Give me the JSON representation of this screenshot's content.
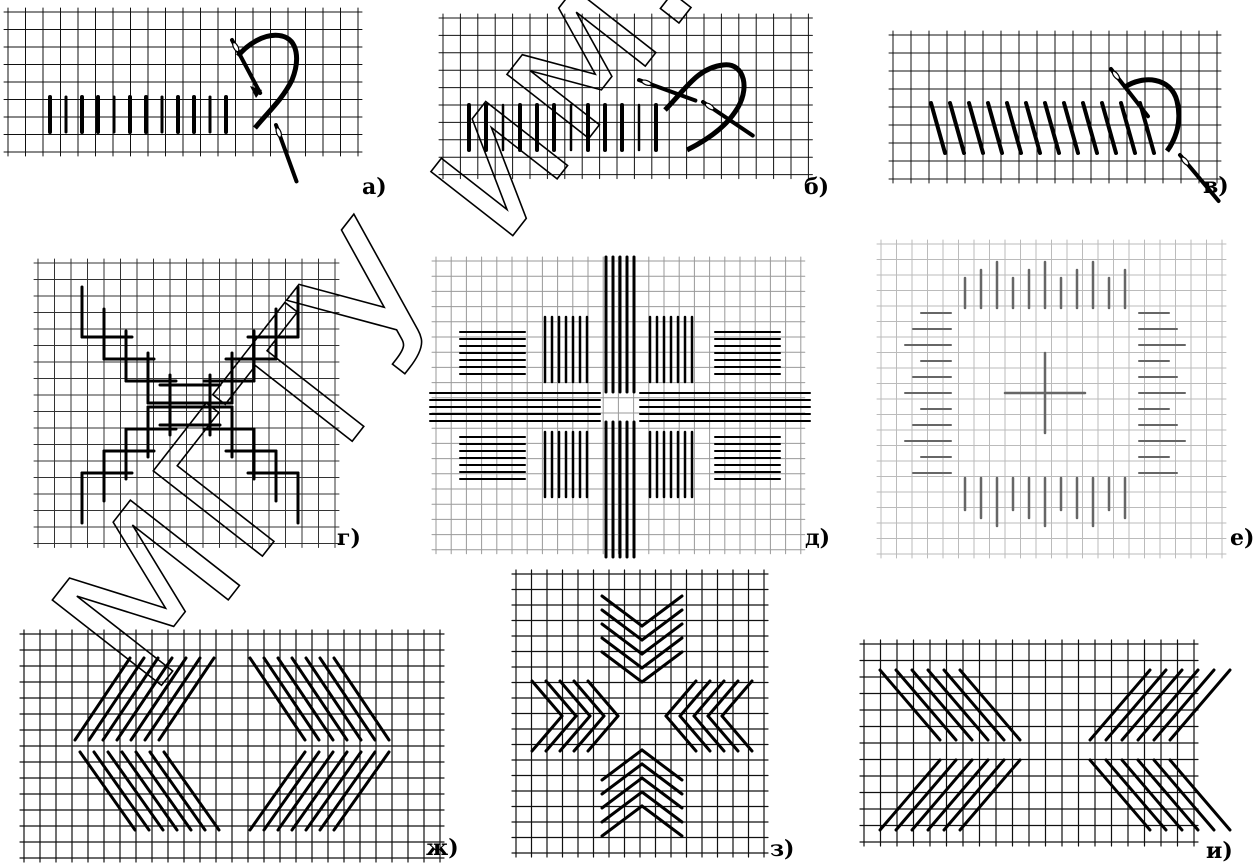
{
  "figure": {
    "panels": [
      {
        "id": "a",
        "label": "а)"
      },
      {
        "id": "b",
        "label": "б)"
      },
      {
        "id": "v",
        "label": "в)"
      },
      {
        "id": "g",
        "label": "г)"
      },
      {
        "id": "d",
        "label": "д)"
      },
      {
        "id": "e",
        "label": "е)"
      },
      {
        "id": "zh",
        "label": "ж)"
      },
      {
        "id": "z",
        "label": "з)"
      },
      {
        "id": "i",
        "label": "и)"
      }
    ],
    "watermark": "МГТУ им. И.Н."
  }
}
